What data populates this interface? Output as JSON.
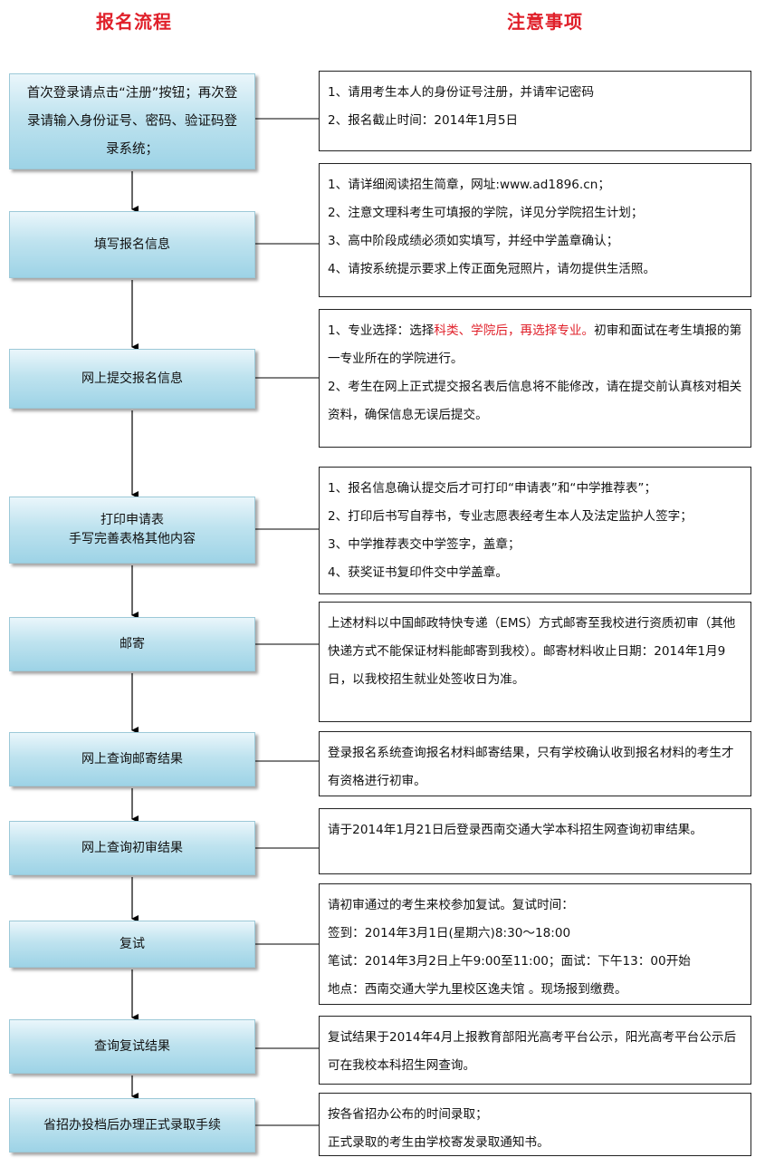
{
  "headings": {
    "left": "报名流程",
    "right": "注意事项"
  },
  "steps": [
    {
      "label": "首次登录请点击“注册”按钮；再次登录请输入身份证号、密码、验证码登录系统；"
    },
    {
      "label": "填写报名信息"
    },
    {
      "label": "网上提交报名信息"
    },
    {
      "label": "打印申请表\n手写完善表格其他内容"
    },
    {
      "label": "邮寄"
    },
    {
      "label": "网上查询邮寄结果"
    },
    {
      "label": "网上查询初审结果"
    },
    {
      "label": "复试"
    },
    {
      "label": "查询复试结果"
    },
    {
      "label": "省招办投档后办理正式录取手续"
    }
  ],
  "notes": [
    {
      "lines": [
        "1、请用考生本人的身份证号注册，并请牢记密码",
        "2、报名截止时间：2014年1月5日"
      ]
    },
    {
      "lines": [
        "1、请详细阅读招生简章，网址:www.ad1896.cn；",
        "2、注意文理科考生可填报的学院，详见分学院招生计划；",
        "3、高中阶段成绩必须如实填写，并经中学盖章确认；",
        "4、请按系统提示要求上传正面免冠照片，请勿提供生活照。"
      ]
    },
    {
      "item1": {
        "pre": "1、专业选择：选择",
        "highlight": "科类、学院后，再选择专业。",
        "post": "初审和面试在考生填报的第一专业所在的学院进行。"
      },
      "item2": "2、考生在网上正式提交报名表后信息将不能修改，请在提交前认真核对相关资料，确保信息无误后提交。"
    },
    {
      "lines": [
        "1、报名信息确认提交后才可打印“申请表”和“中学推荐表”；",
        "2、打印后书写自荐书，专业志愿表经考生本人及法定监护人签字；",
        "3、中学推荐表交中学签字，盖章；",
        "4、获奖证书复印件交中学盖章。"
      ]
    },
    {
      "text": "上述材料以中国邮政特快专递（EMS）方式邮寄至我校进行资质初审（其他快递方式不能保证材料能邮寄到我校）。邮寄材料收止日期：2014年1月9日，以我校招生就业处签收日为准。"
    },
    {
      "text": "登录报名系统查询报名材料邮寄结果，只有学校确认收到报名材料的考生才有资格进行初审。"
    },
    {
      "text": "请于2014年1月21日后登录西南交通大学本科招生网查询初审结果。"
    },
    {
      "lines": [
        "请初审通过的考生来校参加复试。复试时间：",
        "签到：2014年3月1日(星期六)8:30～18:00",
        "笔试：2014年3月2日上午9:00至11:00；面试：下午13：00开始",
        "地点：西南交通大学九里校区逸夫馆 。现场报到缴费。"
      ]
    },
    {
      "text": "复试结果于2014年4月上报教育部阳光高考平台公示，阳光高考平台公示后可在我校本科招生网查询。"
    },
    {
      "lines": [
        "按各省招办公布的时间录取；",
        "正式录取的考生由学校寄发录取通知书。"
      ]
    }
  ]
}
